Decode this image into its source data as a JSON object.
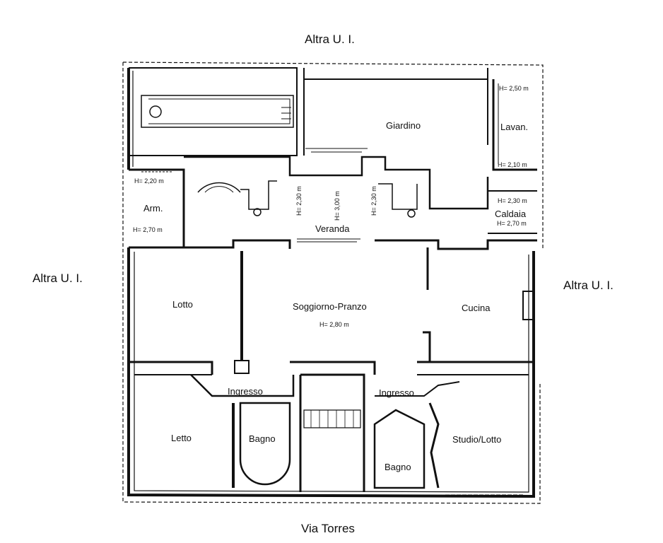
{
  "neighbours": {
    "top": "Altra U. I.",
    "left": "Altra U. I.",
    "right": "Altra U. I.",
    "street": "Via Torres"
  },
  "rooms": {
    "giardino": "Giardino",
    "lavan": "Lavan.",
    "arm": "Arm.",
    "veranda": "Veranda",
    "caldaia": "Caldaia",
    "lotto": "Lotto",
    "soggiorno": "Soggiorno-Pranzo",
    "cucina": "Cucina",
    "ingresso_left": "Ingresso",
    "ingresso_right": "Ingresso",
    "letto": "Letto",
    "bagno_left": "Bagno",
    "bagno_right": "Bagno",
    "studio": "Studio/Lotto"
  },
  "heights": {
    "lavan_top": "H= 2,50 m",
    "lavan_bottom": "H= 2,10 m",
    "arm_top": "H= 2,20 m",
    "arm_bottom": "H= 2,70 m",
    "caldaia_top": "H= 2,30 m",
    "caldaia_bottom": "H= 2,70 m",
    "soggiorno": "H= 2,80 m",
    "veranda_1": "H= 2,30 m",
    "veranda_2": "H= 3,00 m",
    "veranda_3": "H= 2,30 m"
  }
}
